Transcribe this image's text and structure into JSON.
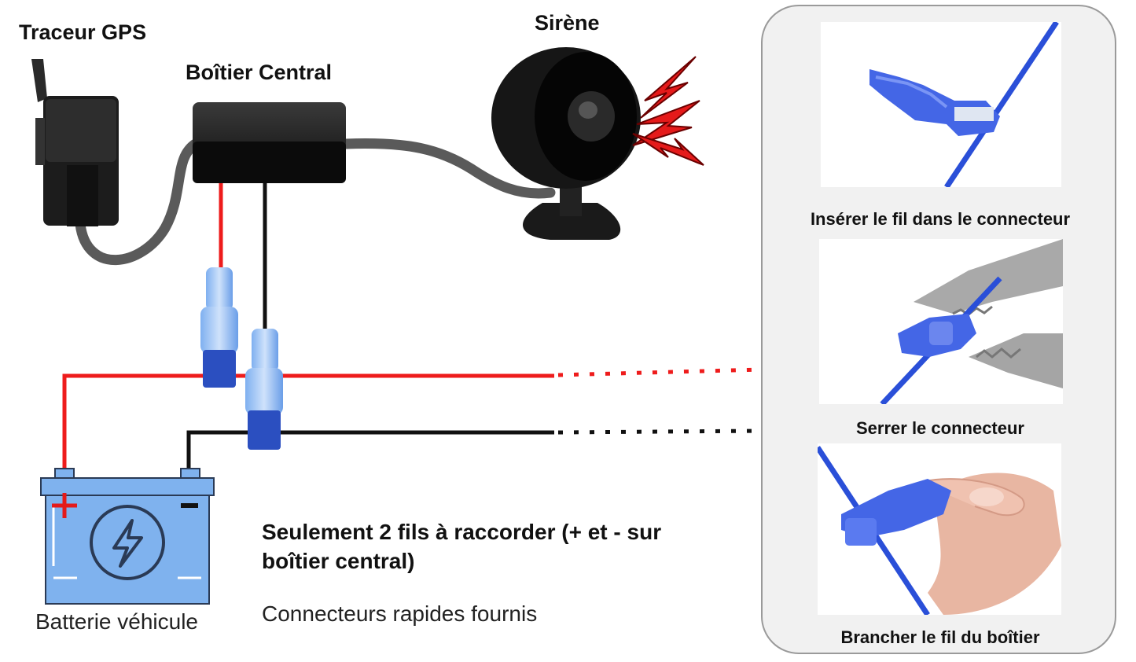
{
  "labels": {
    "gps": "Traceur GPS",
    "central": "Boîtier Central",
    "siren": "Sirène",
    "battery": "Batterie véhicule"
  },
  "notes": {
    "main": "Seulement 2 fils à raccorder (+ et - sur boîtier central)",
    "sub": "Connecteurs rapides fournis"
  },
  "steps": [
    {
      "caption": "Insérer le fil dans le connecteur"
    },
    {
      "caption": "Serrer le connecteur"
    },
    {
      "caption": "Brancher le fil du boîtier"
    }
  ],
  "colors": {
    "positive_wire": "#ee1c1c",
    "negative_wire": "#111111",
    "connector_blue": "#4a6fe0",
    "battery_blue": "#7fb2ee",
    "bolt_red": "#e51a1a"
  },
  "icons": {
    "battery": "battery-icon",
    "bolt": "lightning-bolt-icon",
    "siren": "siren-icon",
    "gps": "gps-tracker-icon",
    "central": "central-box-icon"
  }
}
